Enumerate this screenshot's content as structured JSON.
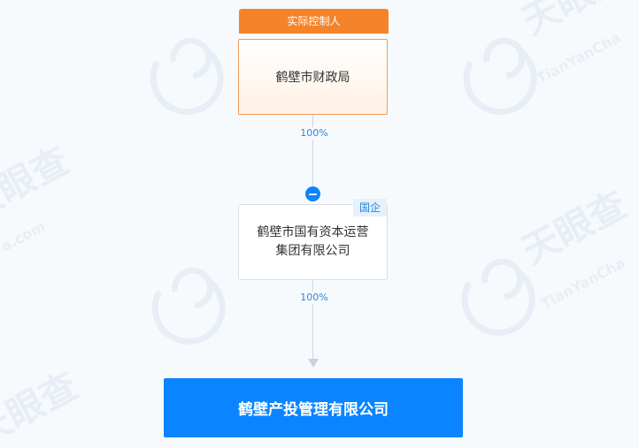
{
  "watermark": {
    "brand_cn": "天眼查",
    "brand_en": "TianYanCha",
    "domain_text": "a.com"
  },
  "controller": {
    "tag_label": "实际控制人",
    "name": "鹤壁市财政局"
  },
  "links": {
    "top_percent": "100%",
    "bottom_percent": "100%"
  },
  "shareholder": {
    "name_line1": "鹤壁市国有资本运营",
    "name_line2": "集团有限公司",
    "badge": "国企"
  },
  "target": {
    "name": "鹤壁产投管理有限公司"
  },
  "colors": {
    "controller_tag": "#f5832a",
    "controller_border": "#f29a58",
    "accent_blue": "#0b84ff",
    "percent_text": "#2a86d6",
    "connector": "#cfd6e0"
  }
}
